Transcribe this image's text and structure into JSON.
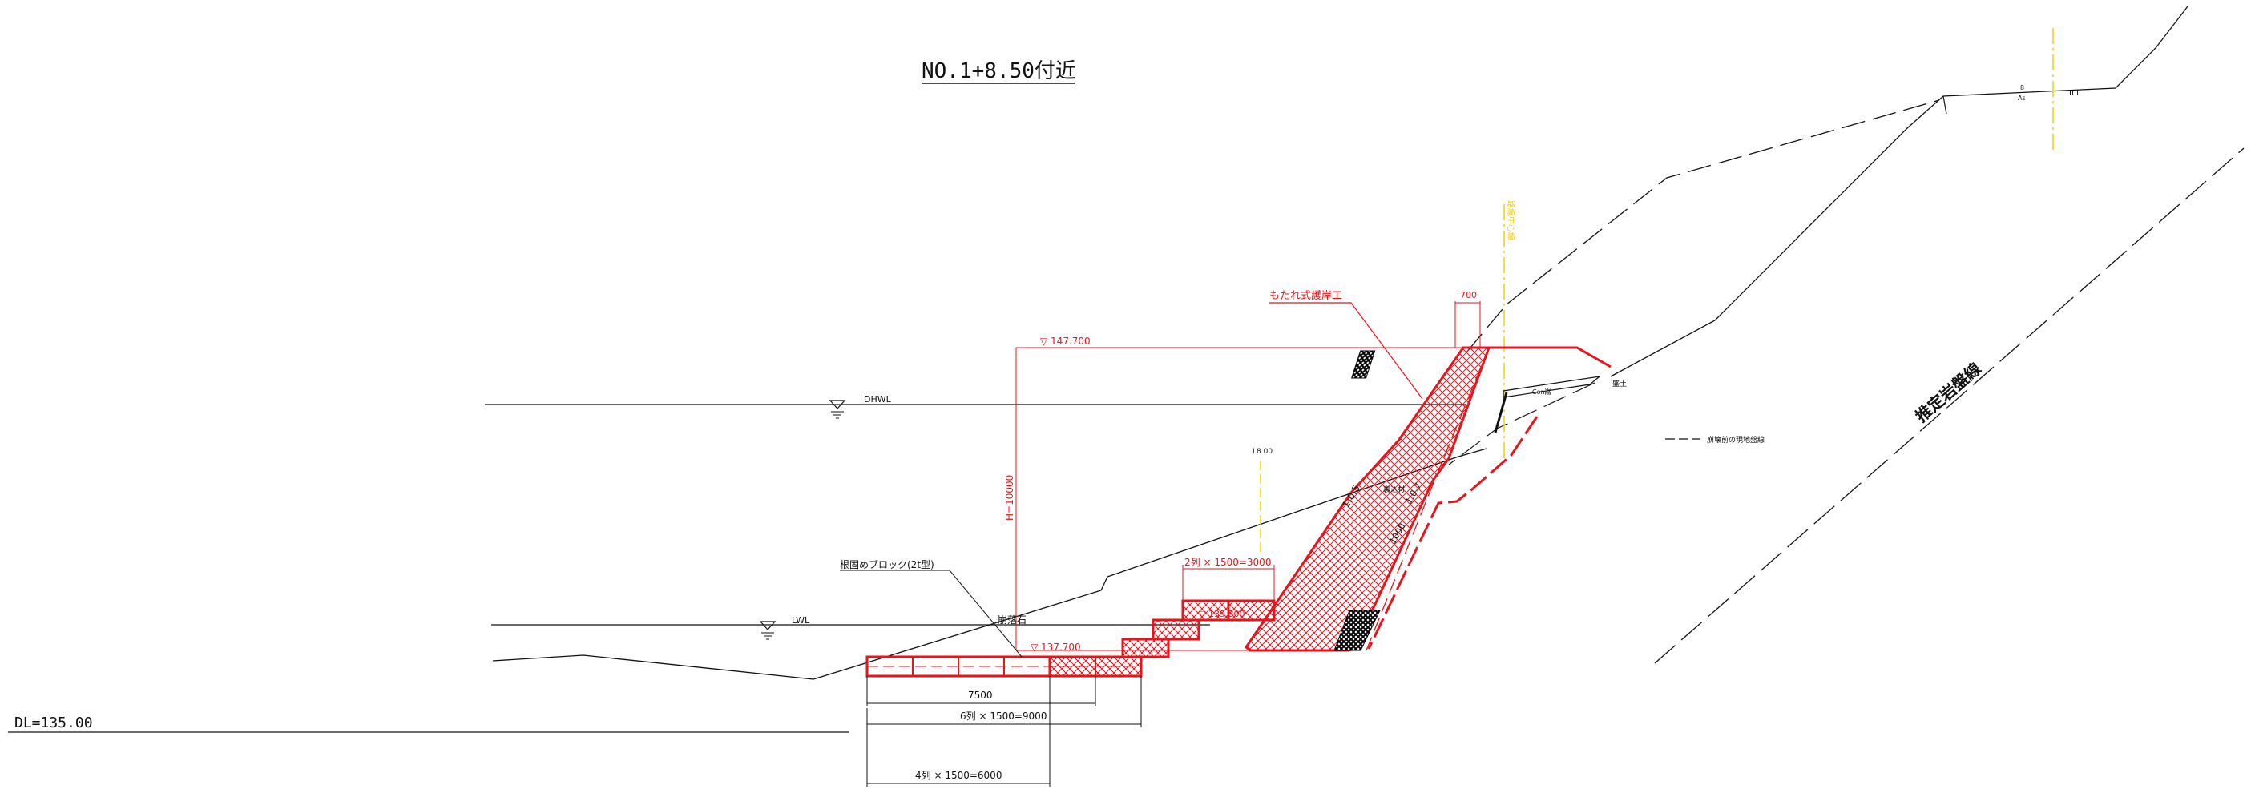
{
  "title": "NO.1+8.50付近",
  "datum": "DL=135.00",
  "water_levels": {
    "dhwl": "DHWL",
    "lwl": "LWL"
  },
  "elevations": {
    "top": "▽ 147.700",
    "base": "▽ 137.700",
    "step": "▽ 139.800"
  },
  "height": "H=10000",
  "dims": {
    "crest_width": "700",
    "d7500": "7500",
    "d9000": "6列 × 1500=9000",
    "d6000": "4列 × 1500=6000",
    "d3000": "2列 × 1500=3000",
    "slope_a": "1:0.5",
    "slope_b": "1:0.7",
    "d1000": "1000",
    "l800": "L8.00"
  },
  "labels": {
    "wall": "もたれ式護岸工",
    "block": "根固めブロック(2t型)",
    "rock": "崩落石",
    "fill": "盛土",
    "concrete": "Con嵩",
    "rock_line": "推定岩盤線",
    "legend": "崩壊前の現地盤線",
    "mark_8": "8",
    "mark_as": "As",
    "mark_ii": "II II",
    "yellow_v": "路線中心線",
    "backfill": "裏込材"
  },
  "colors": {
    "structure": "#e8141c",
    "hatch": "#e8141c",
    "ground": "#1a1a1a",
    "yellow": "#f0d000"
  }
}
